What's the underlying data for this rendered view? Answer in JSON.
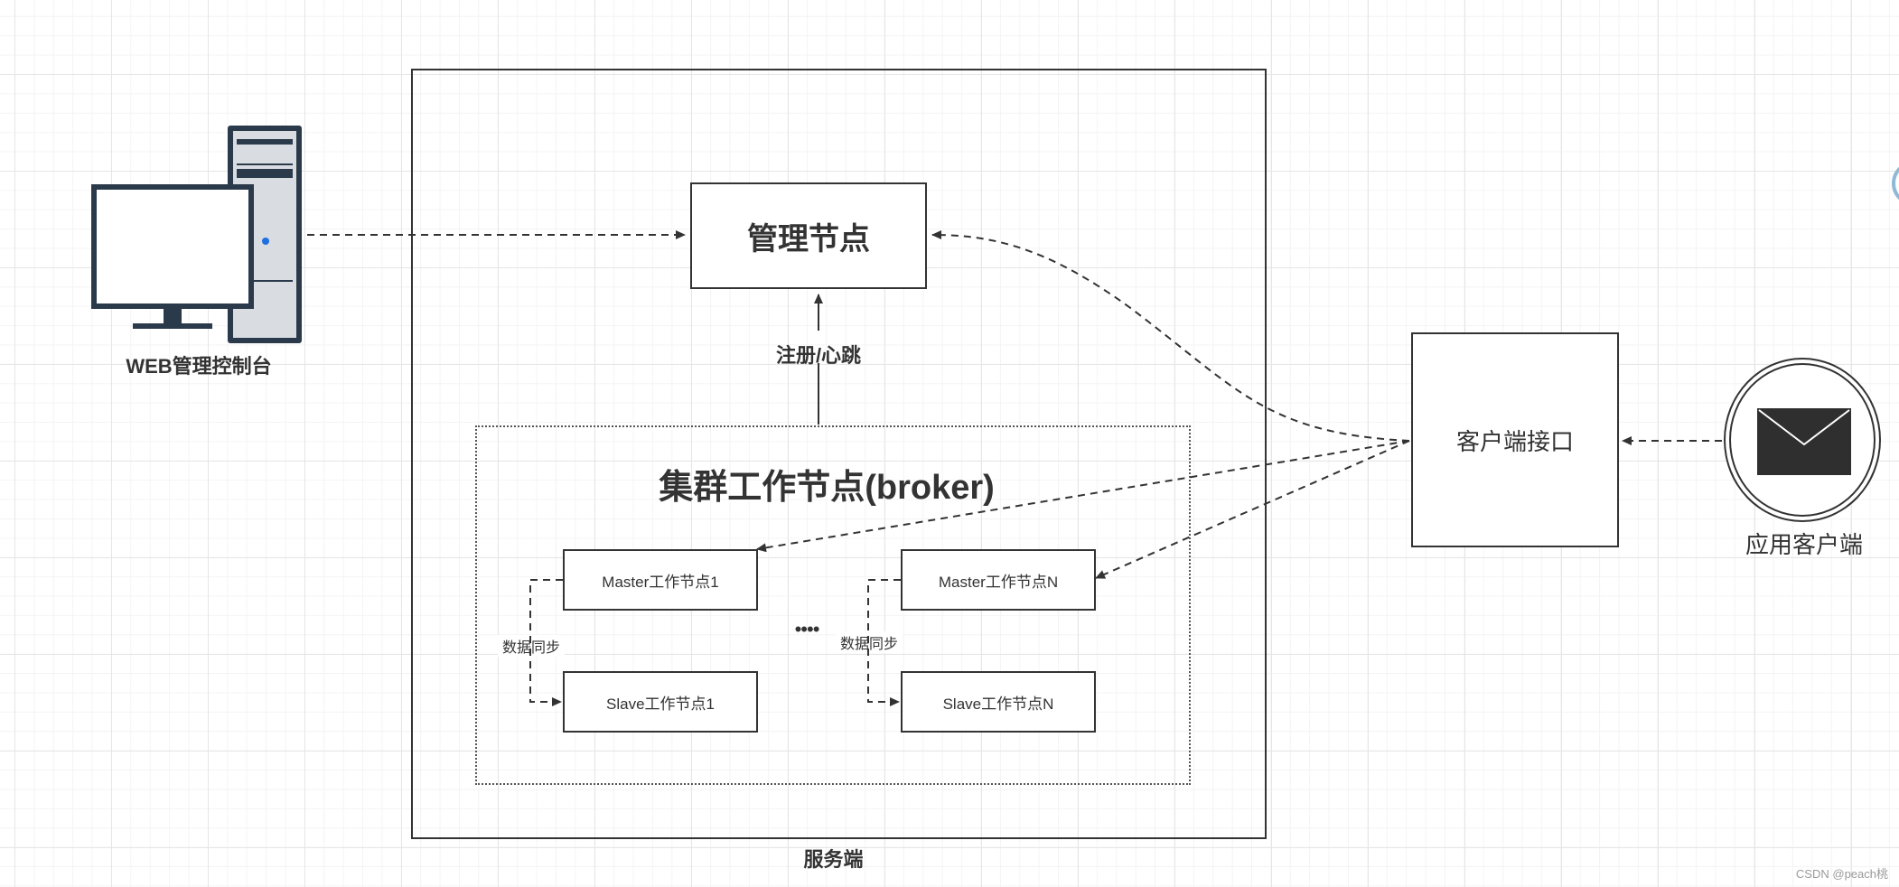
{
  "labels": {
    "web_console": "WEB管理控制台",
    "server": "服务端",
    "mgmt_node": "管理节点",
    "register": "注册/心跳",
    "cluster_title": "集群工作节点(broker)",
    "master1": "Master工作节点1",
    "slave1": "Slave工作节点1",
    "masterN": "Master工作节点N",
    "slaveN": "Slave工作节点N",
    "sync1": "数据同步",
    "syncN": "数据同步",
    "ellipsis": "••••",
    "client_interface": "客户端接口",
    "app_client": "应用客户端",
    "watermark": "CSDN @peach桃"
  }
}
